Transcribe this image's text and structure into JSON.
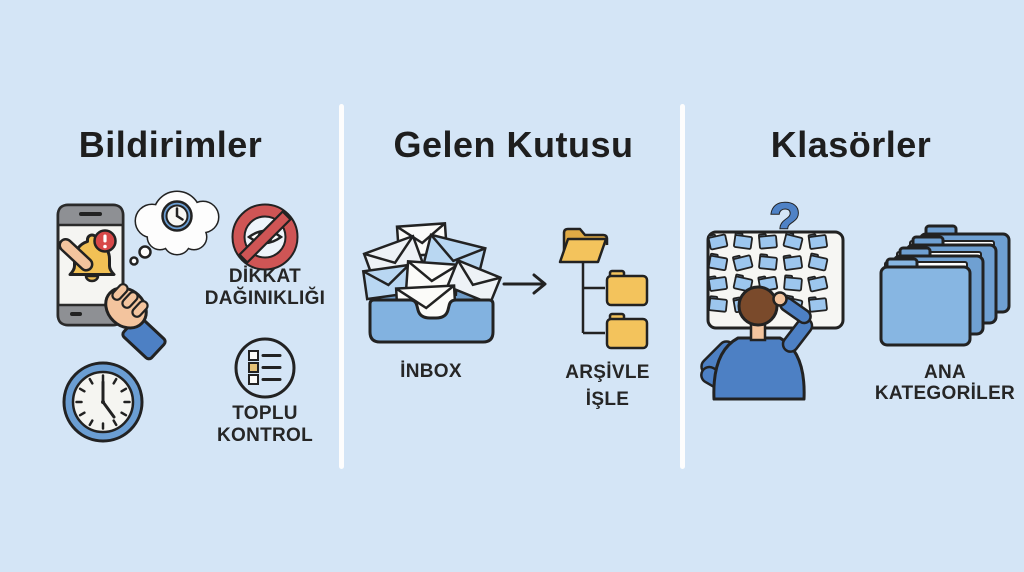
{
  "page": {
    "background_color": "#d4e5f6",
    "divider_color": "#fdfdfd"
  },
  "palette": {
    "outline": "#222222",
    "accent_blue": "#4d80c4",
    "light_blue": "#9cc6ee",
    "mid_blue": "#7fb0dd",
    "folder_yellow": "#f3c35c",
    "alert_red": "#d84848",
    "skin": "#f3c49e",
    "hair_brown": "#7a4a2b"
  },
  "sections": [
    {
      "title": "Bildirimler",
      "icons": [
        "phone-notification-icon",
        "thought-bubble-clock-icon",
        "no-distraction-icon",
        "wall-clock-icon",
        "checklist-icon"
      ],
      "labels": {
        "distraction_line1": "DİKKAT",
        "distraction_line2": "DAĞINIKLIĞI",
        "control_line1": "TOPLU",
        "control_line2": "KONTROL"
      }
    },
    {
      "title": "Gelen Kutusu",
      "icons": [
        "inbox-pile-icon",
        "arrow-right-icon",
        "folder-tree-icon"
      ],
      "labels": {
        "inbox": "İNBOX",
        "archive_line1": "ARŞİVLE",
        "archive_line2": "İŞLE"
      }
    },
    {
      "title": "Klasörler",
      "icons": [
        "confused-person-board-icon",
        "folder-stack-icon"
      ],
      "question_mark": "?",
      "labels": {
        "categories_line1": "ANA",
        "categories_line2": "KATEGORİLER"
      }
    }
  ]
}
